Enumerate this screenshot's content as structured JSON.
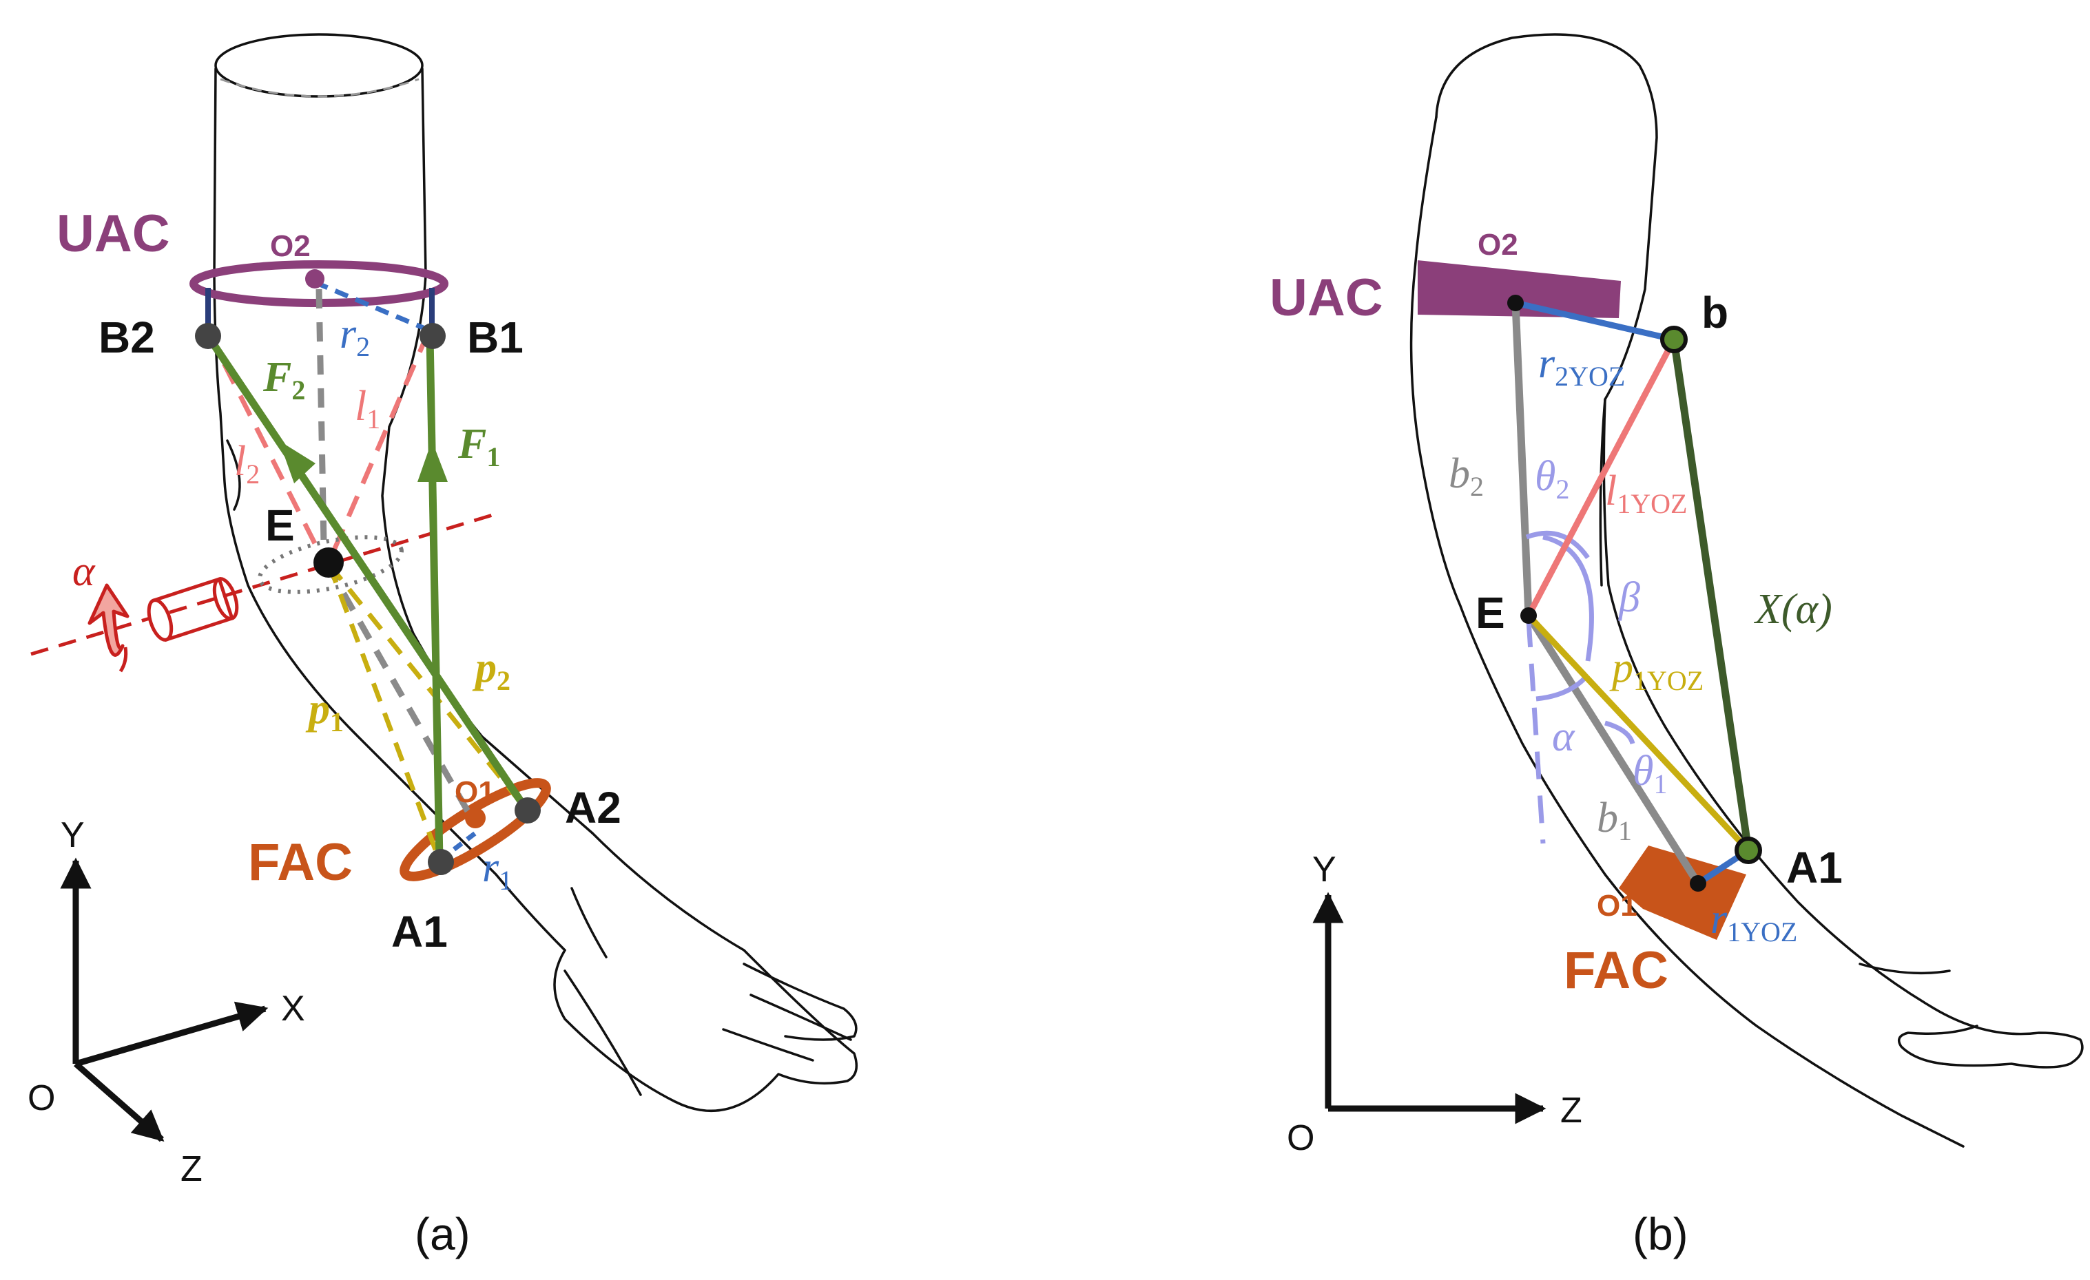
{
  "colors": {
    "uac": "#8b3f7a",
    "fac": "#c8541a",
    "cable": "#5a8a2e",
    "cable_dark": "#3d5a2a",
    "radius": "#3a6fc4",
    "length": "#ee7777",
    "proj": "#c8ae10",
    "axis": "#c8201e",
    "angle": "#9a9ae8",
    "bone": "#8a8a8a",
    "point": "#222222"
  },
  "panel_a": {
    "caption": "(a)",
    "uac": "UAC",
    "fac": "FAC",
    "o2": "O2",
    "o1": "O1",
    "b1": "B1",
    "b2": "B2",
    "a1": "A1",
    "a2": "A2",
    "e": "E",
    "alpha": "α",
    "f1": "F",
    "f1_sub": "1",
    "f2": "F",
    "f2_sub": "2",
    "l1": "l",
    "l1_sub": "1",
    "l2": "l",
    "l2_sub": "2",
    "r1": "r",
    "r1_sub": "1",
    "r2": "r",
    "r2_sub": "2",
    "p1": "p",
    "p1_sub": "1",
    "p2": "p",
    "p2_sub": "2",
    "axes": {
      "x": "X",
      "y": "Y",
      "z": "Z",
      "o": "O"
    }
  },
  "panel_b": {
    "caption": "(b)",
    "uac": "UAC",
    "fac": "FAC",
    "o2": "O2",
    "o1": "O1",
    "b1": "b",
    "a1": "A1",
    "e": "E",
    "r2": "r",
    "r2_sub": "2YOZ",
    "r1": "r",
    "r1_sub": "1YOZ",
    "l1": "l",
    "l1_sub": "1YOZ",
    "p1": "p",
    "p1_sub": "1YOZ",
    "b2": "b",
    "b2_sub": "2",
    "b1_sub": "1",
    "theta2": "θ",
    "theta2_sub": "2",
    "theta1": "θ",
    "theta1_sub": "1",
    "beta": "β",
    "alpha": "α",
    "x_alpha": "X(α)",
    "axes": {
      "y": "Y",
      "z": "Z",
      "o": "O"
    }
  }
}
